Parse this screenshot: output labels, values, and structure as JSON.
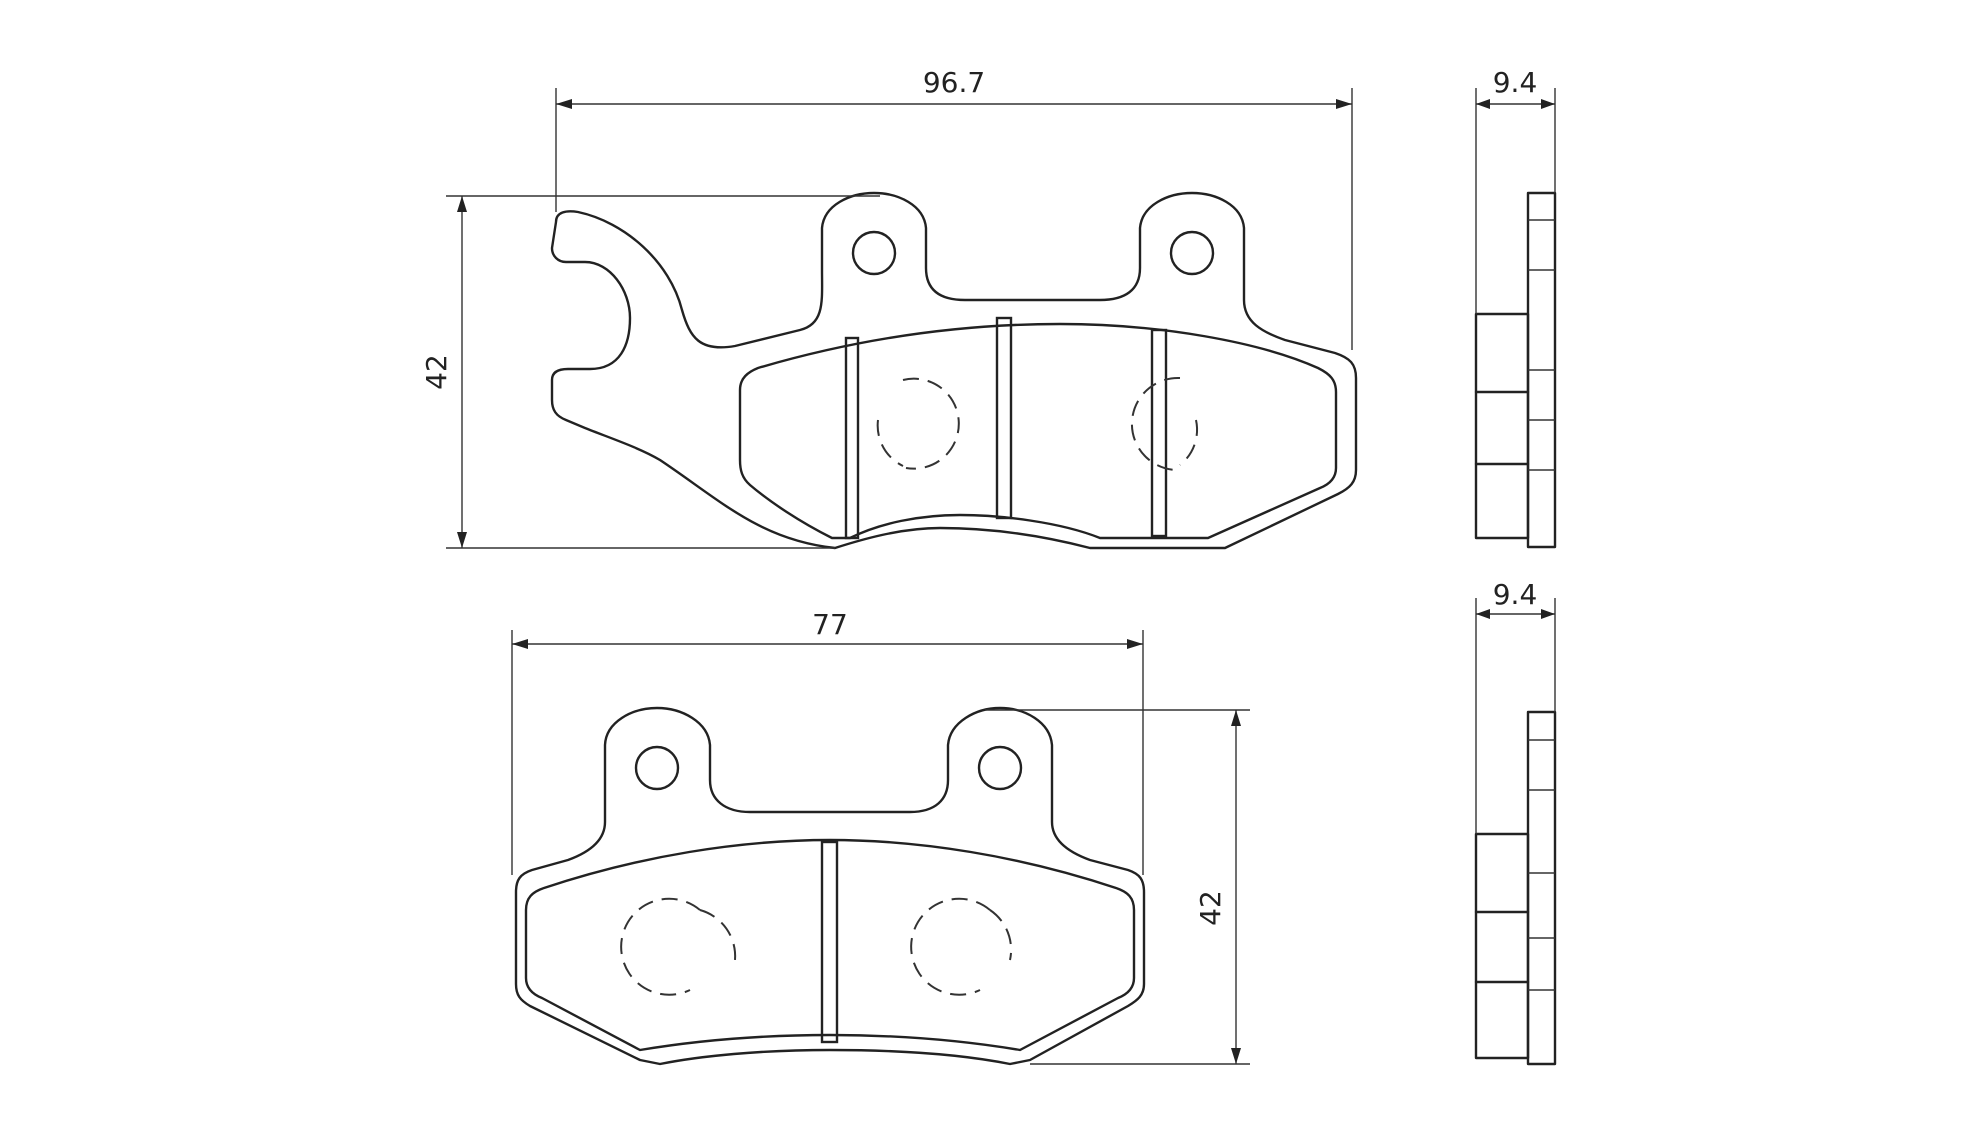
{
  "drawing": {
    "pad_top": {
      "width_label": "96.7",
      "height_label": "42",
      "thickness_label": "9.4"
    },
    "pad_bottom": {
      "width_label": "77",
      "height_label": "42",
      "thickness_label": "9.4"
    }
  },
  "colors": {
    "line": "#222222",
    "background": "#ffffff"
  }
}
